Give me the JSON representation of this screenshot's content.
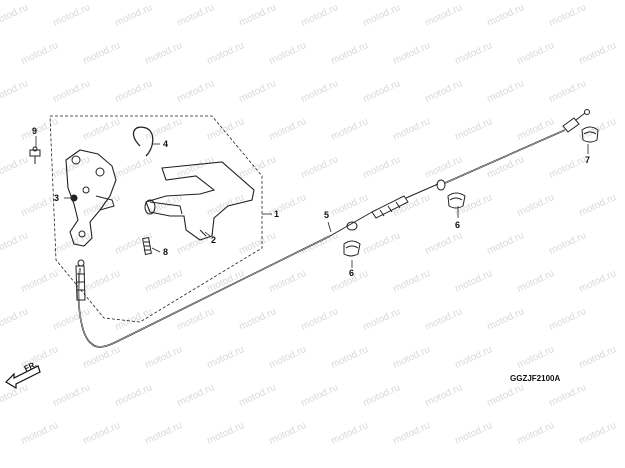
{
  "watermark": "motod.ru",
  "diagram_code": "GGZJF2100A",
  "direction_label": "FR.",
  "callouts": {
    "p1": "1",
    "p2": "2",
    "p3": "3",
    "p4": "4",
    "p5": "5",
    "p6a": "6",
    "p6b": "6",
    "p7": "7",
    "p8": "8",
    "p9": "9"
  }
}
